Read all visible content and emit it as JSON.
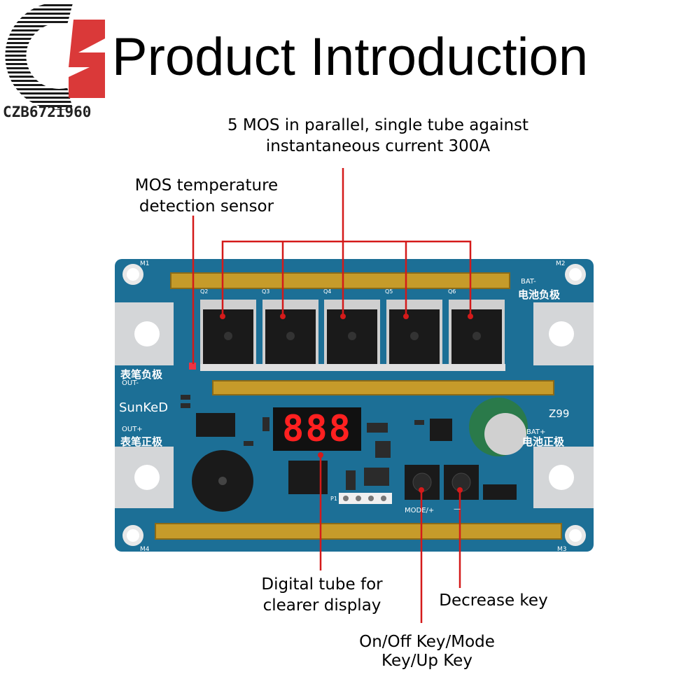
{
  "header": {
    "title": "Product Introduction"
  },
  "watermark": {
    "text": "CZB6721960"
  },
  "annotations": {
    "mos_parallel": [
      "5 MOS in parallel, single tube against",
      "instantaneous current 300A"
    ],
    "temp_sensor": [
      "MOS temperature",
      "detection sensor"
    ],
    "digital_tube": [
      "Digital tube for",
      "clearer display"
    ],
    "decrease_key": "Decrease key",
    "mode_key": [
      "On/Off Key/Mode",
      "Key/Up Key"
    ]
  },
  "board": {
    "display_value": "888",
    "brand": "SunKeD",
    "model": "Z99",
    "labels": {
      "m1": "M1",
      "m2": "M2",
      "m3": "M3",
      "m4": "M4",
      "bat_minus": "BAT-",
      "bat_minus_cn": "电池负极",
      "bat_plus": "BAT+",
      "bat_plus_cn": "电池正极",
      "out_minus": "OUT-",
      "out_minus_cn": "表笔负极",
      "out_plus": "OUT+",
      "out_plus_cn": "表笔正极",
      "q2": "Q2",
      "q3": "Q3",
      "q4": "Q4",
      "q5": "Q5",
      "q6": "Q6",
      "mode_key": "MODE/+",
      "minus_key": "—",
      "p1": "P1"
    }
  },
  "colors": {
    "pcb": "#1c6f96",
    "copper": "#c69b2a",
    "pointer": "#d41a1a",
    "digit": "#ff2020"
  }
}
